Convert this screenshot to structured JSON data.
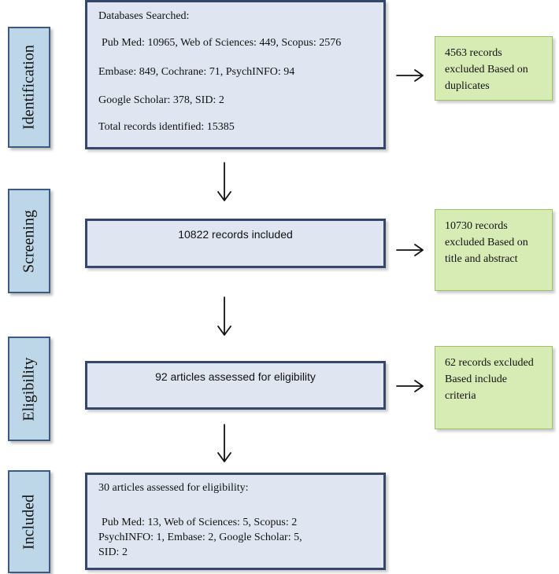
{
  "stages": {
    "identification": "Identification",
    "screening": "Screening",
    "eligibility": "Eligibility",
    "included": "Included"
  },
  "identification_box": {
    "line1": "Databases Searched:",
    "line2": "Pub Med: 10965, Web of Sciences: 449, Scopus: 2576",
    "line3": "Embase: 849, Cochrane: 71, PsychINFO: 94",
    "line4": "Google Scholar: 378, SID: 2",
    "line5": "Total records identified: 15385"
  },
  "screening_box": {
    "line1": "10822 records included"
  },
  "eligibility_box": {
    "line1": "92 articles assessed for eligibility"
  },
  "included_box": {
    "line1": "30 articles assessed for eligibility:",
    "line2": "Pub Med: 13, Web of Sciences: 5, Scopus:  2",
    "line3": "PsychINFO: 1, Embase: 2,   Google Scholar: 5,",
    "line4": "SID: 2"
  },
  "excluded": {
    "duplicates": {
      "line1": "4563 records",
      "line2": "excluded Based on",
      "line3": "duplicates"
    },
    "title_abstract": {
      "line1": "10730 records",
      "line2": "excluded Based on",
      "line3": "title and abstract"
    },
    "criteria": {
      "line1": "62 records excluded",
      "line2": "Based include",
      "line3": "criteria"
    }
  },
  "colors": {
    "stage_fill": "#bdd7e8",
    "main_fill": "#dfe6f1",
    "main_border": "#34486b",
    "excluded_fill": "#d7ecb5"
  }
}
